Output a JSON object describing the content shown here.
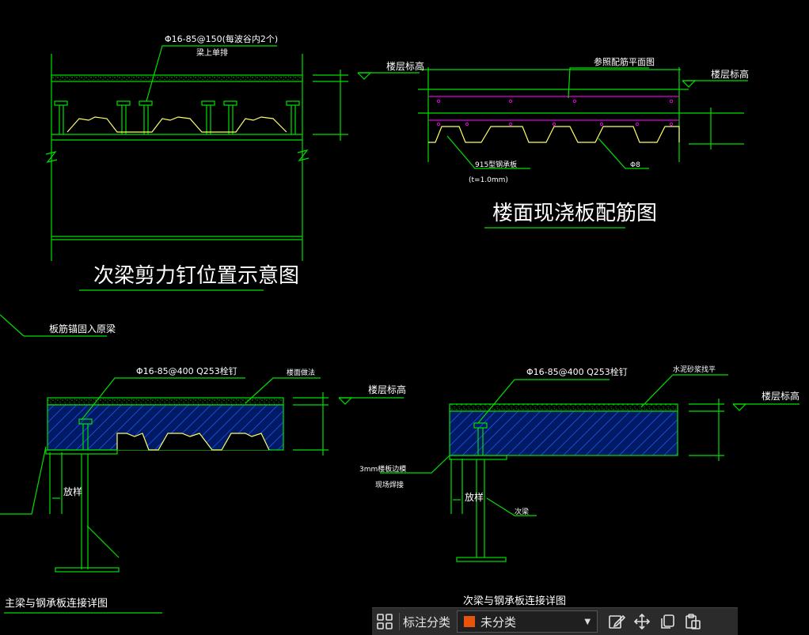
{
  "drawing": {
    "top_left": {
      "title": "次梁剪力钉位置示意图",
      "callout_top": "Φ16-85@150(每波谷内2个)",
      "callout_sub": "梁上单排"
    },
    "top_right": {
      "title": "楼面现浇板配筋图",
      "ref_note": "参照配筋平面图",
      "level_mark": "楼层标高",
      "deck_note": "915型钢承板",
      "thickness_note": "(t=1.0mm)",
      "rebar_note": "Φ8"
    },
    "bottom_left": {
      "side_note": "板筋锚固入原梁",
      "stud_note": "Φ16-85@400  Q253栓钉",
      "surface_note": "楼面做法",
      "level_mark": "楼层标高",
      "seat_note": "放样",
      "title": "主梁与钢承板连接详图"
    },
    "bottom_right": {
      "stud_note": "Φ16-85@400  Q253栓钉",
      "surface_note": "水泥砂浆找平",
      "level_mark": "楼层标高",
      "plate_note": "3mm楼板边模",
      "weld_note": "现场焊接",
      "seat_note": "放样",
      "beam_note": "次梁",
      "title": "次梁与钢承板连接详图"
    }
  },
  "toolbar": {
    "grid_icon": "grid-icon",
    "label": "标注分类",
    "category": {
      "value": "未分类",
      "color": "#e8540c"
    },
    "edit_icon": "edit-icon",
    "move_icon": "move-icon",
    "copy_icon": "copy-icon",
    "paste_icon": "paste-icon"
  },
  "colors": {
    "line": "#00e000",
    "deck": "#ffff66",
    "rebar": "#e000e0",
    "concrete_hatch": "#0030c0",
    "text": "#ffffff"
  }
}
